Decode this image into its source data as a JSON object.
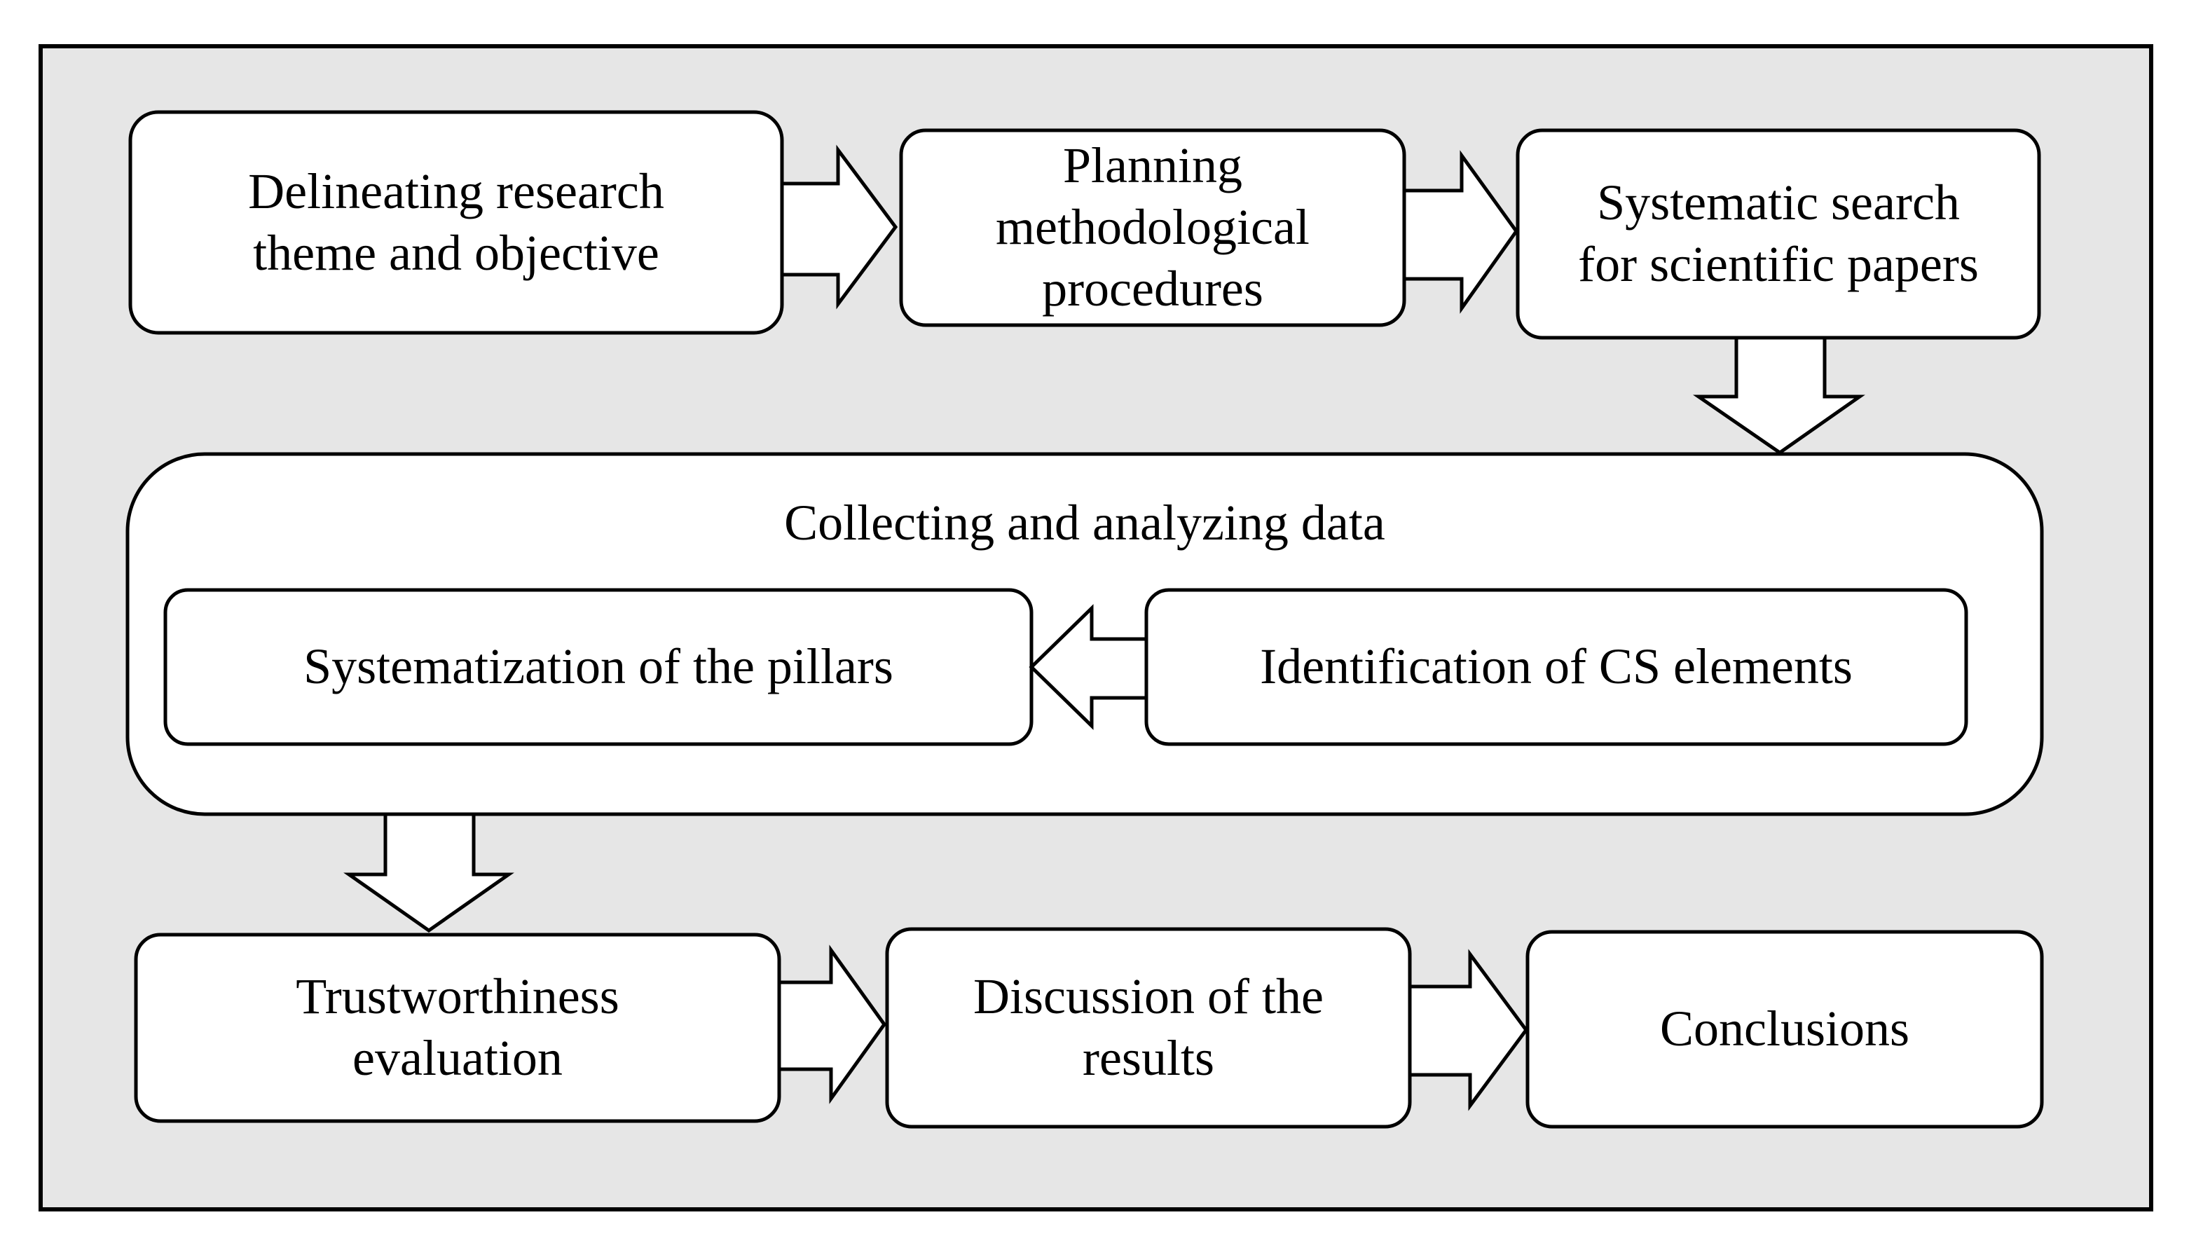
{
  "colors": {
    "background": "#e6e6e6",
    "frame_border": "#000000",
    "box_fill": "#ffffff",
    "box_stroke": "#000000",
    "arrow_fill": "#ffffff",
    "arrow_stroke": "#000000",
    "text": "#000000"
  },
  "nodes": {
    "delineating": "Delineating research\ntheme and objective",
    "planning": "Planning\nmethodological\nprocedures",
    "systematic_search": "Systematic search\nfor scientific papers",
    "collecting": "Collecting and analyzing data",
    "systematization": "Systematization of the pillars",
    "identification": "Identification of CS elements",
    "trustworthiness": "Trustworthiness\nevaluation",
    "discussion": "Discussion of the\nresults",
    "conclusions": "Conclusions"
  },
  "edges": [
    {
      "from": "delineating",
      "to": "planning"
    },
    {
      "from": "planning",
      "to": "systematic_search"
    },
    {
      "from": "systematic_search",
      "to": "collecting"
    },
    {
      "from": "identification",
      "to": "systematization"
    },
    {
      "from": "collecting",
      "to": "trustworthiness"
    },
    {
      "from": "trustworthiness",
      "to": "discussion"
    },
    {
      "from": "discussion",
      "to": "conclusions"
    }
  ]
}
